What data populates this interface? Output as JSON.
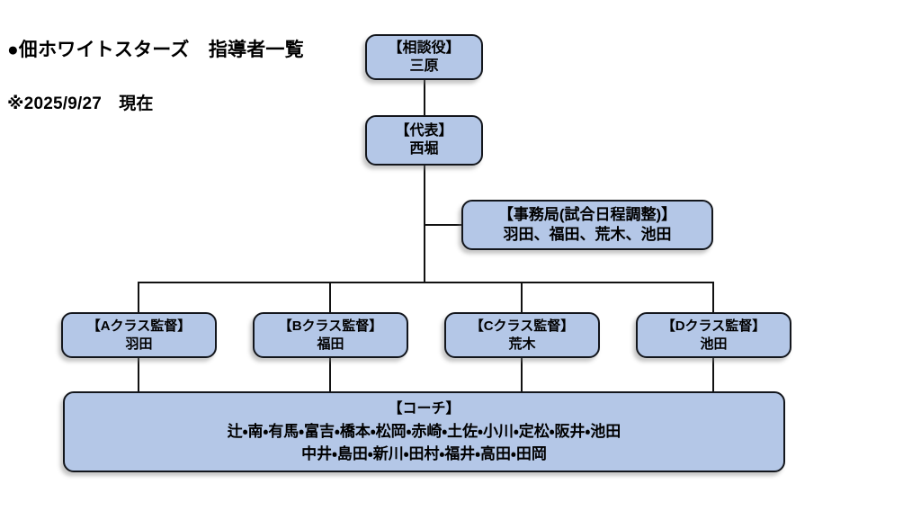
{
  "header": {
    "title": "●佃ホワイトスターズ　指導者一覧",
    "date_note": "※2025/9/27　現在"
  },
  "colors": {
    "node_fill": "#b4c7e7",
    "node_border": "#13161c",
    "connector": "#121212",
    "text": "#000000",
    "background": "#ffffff"
  },
  "chart_data": {
    "type": "diagram",
    "diagram_kind": "org-chart",
    "title": "●佃ホワイトスターズ　指導者一覧",
    "subtitle": "※2025/9/27　現在",
    "nodes": [
      {
        "id": "advisor",
        "role": "【相談役】",
        "members": "三原"
      },
      {
        "id": "representative",
        "role": "【代表】",
        "members": "西堀"
      },
      {
        "id": "office",
        "role": "【事務局(試合日程調整)】",
        "members": "羽田、福田、荒木、池田"
      },
      {
        "id": "class_a",
        "role": "【Aクラス監督】",
        "members": "羽田"
      },
      {
        "id": "class_b",
        "role": "【Bクラス監督】",
        "members": "福田"
      },
      {
        "id": "class_c",
        "role": "【Cクラス監督】",
        "members": "荒木"
      },
      {
        "id": "class_d",
        "role": "【Dクラス監督】",
        "members": "池田"
      },
      {
        "id": "coach",
        "role": "【コーチ】",
        "members_line1": "辻・南・有馬・富吉・橋本・松岡・赤崎・土佐・小川・定松・阪井・池田",
        "members_line2": "中井・島田・新川・田村・福井・高田・田岡"
      }
    ],
    "edges": [
      {
        "from": "advisor",
        "to": "representative"
      },
      {
        "from": "representative",
        "to": "office"
      },
      {
        "from": "representative",
        "to": "class_a"
      },
      {
        "from": "representative",
        "to": "class_b"
      },
      {
        "from": "representative",
        "to": "class_c"
      },
      {
        "from": "representative",
        "to": "class_d"
      },
      {
        "from": "class_a",
        "to": "coach"
      },
      {
        "from": "class_b",
        "to": "coach"
      },
      {
        "from": "class_c",
        "to": "coach"
      },
      {
        "from": "class_d",
        "to": "coach"
      }
    ]
  },
  "nodes": {
    "advisor": {
      "role": "【相談役】",
      "members": "三原"
    },
    "representative": {
      "role": "【代表】",
      "members": "西堀"
    },
    "office": {
      "role": "【事務局(試合日程調整)】",
      "members": "羽田、福田、荒木、池田"
    },
    "class_a": {
      "role": "【Aクラス監督】",
      "members": "羽田"
    },
    "class_b": {
      "role": "【Bクラス監督】",
      "members": "福田"
    },
    "class_c": {
      "role": "【Cクラス監督】",
      "members": "荒木"
    },
    "class_d": {
      "role": "【Dクラス監督】",
      "members": "池田"
    },
    "coach": {
      "role": "【コーチ】",
      "members_line1": "辻・南・有馬・富吉・橋本・松岡・赤崎・土佐・小川・定松・阪井・池田",
      "members_line2": "中井・島田・新川・田村・福井・高田・田岡"
    }
  }
}
